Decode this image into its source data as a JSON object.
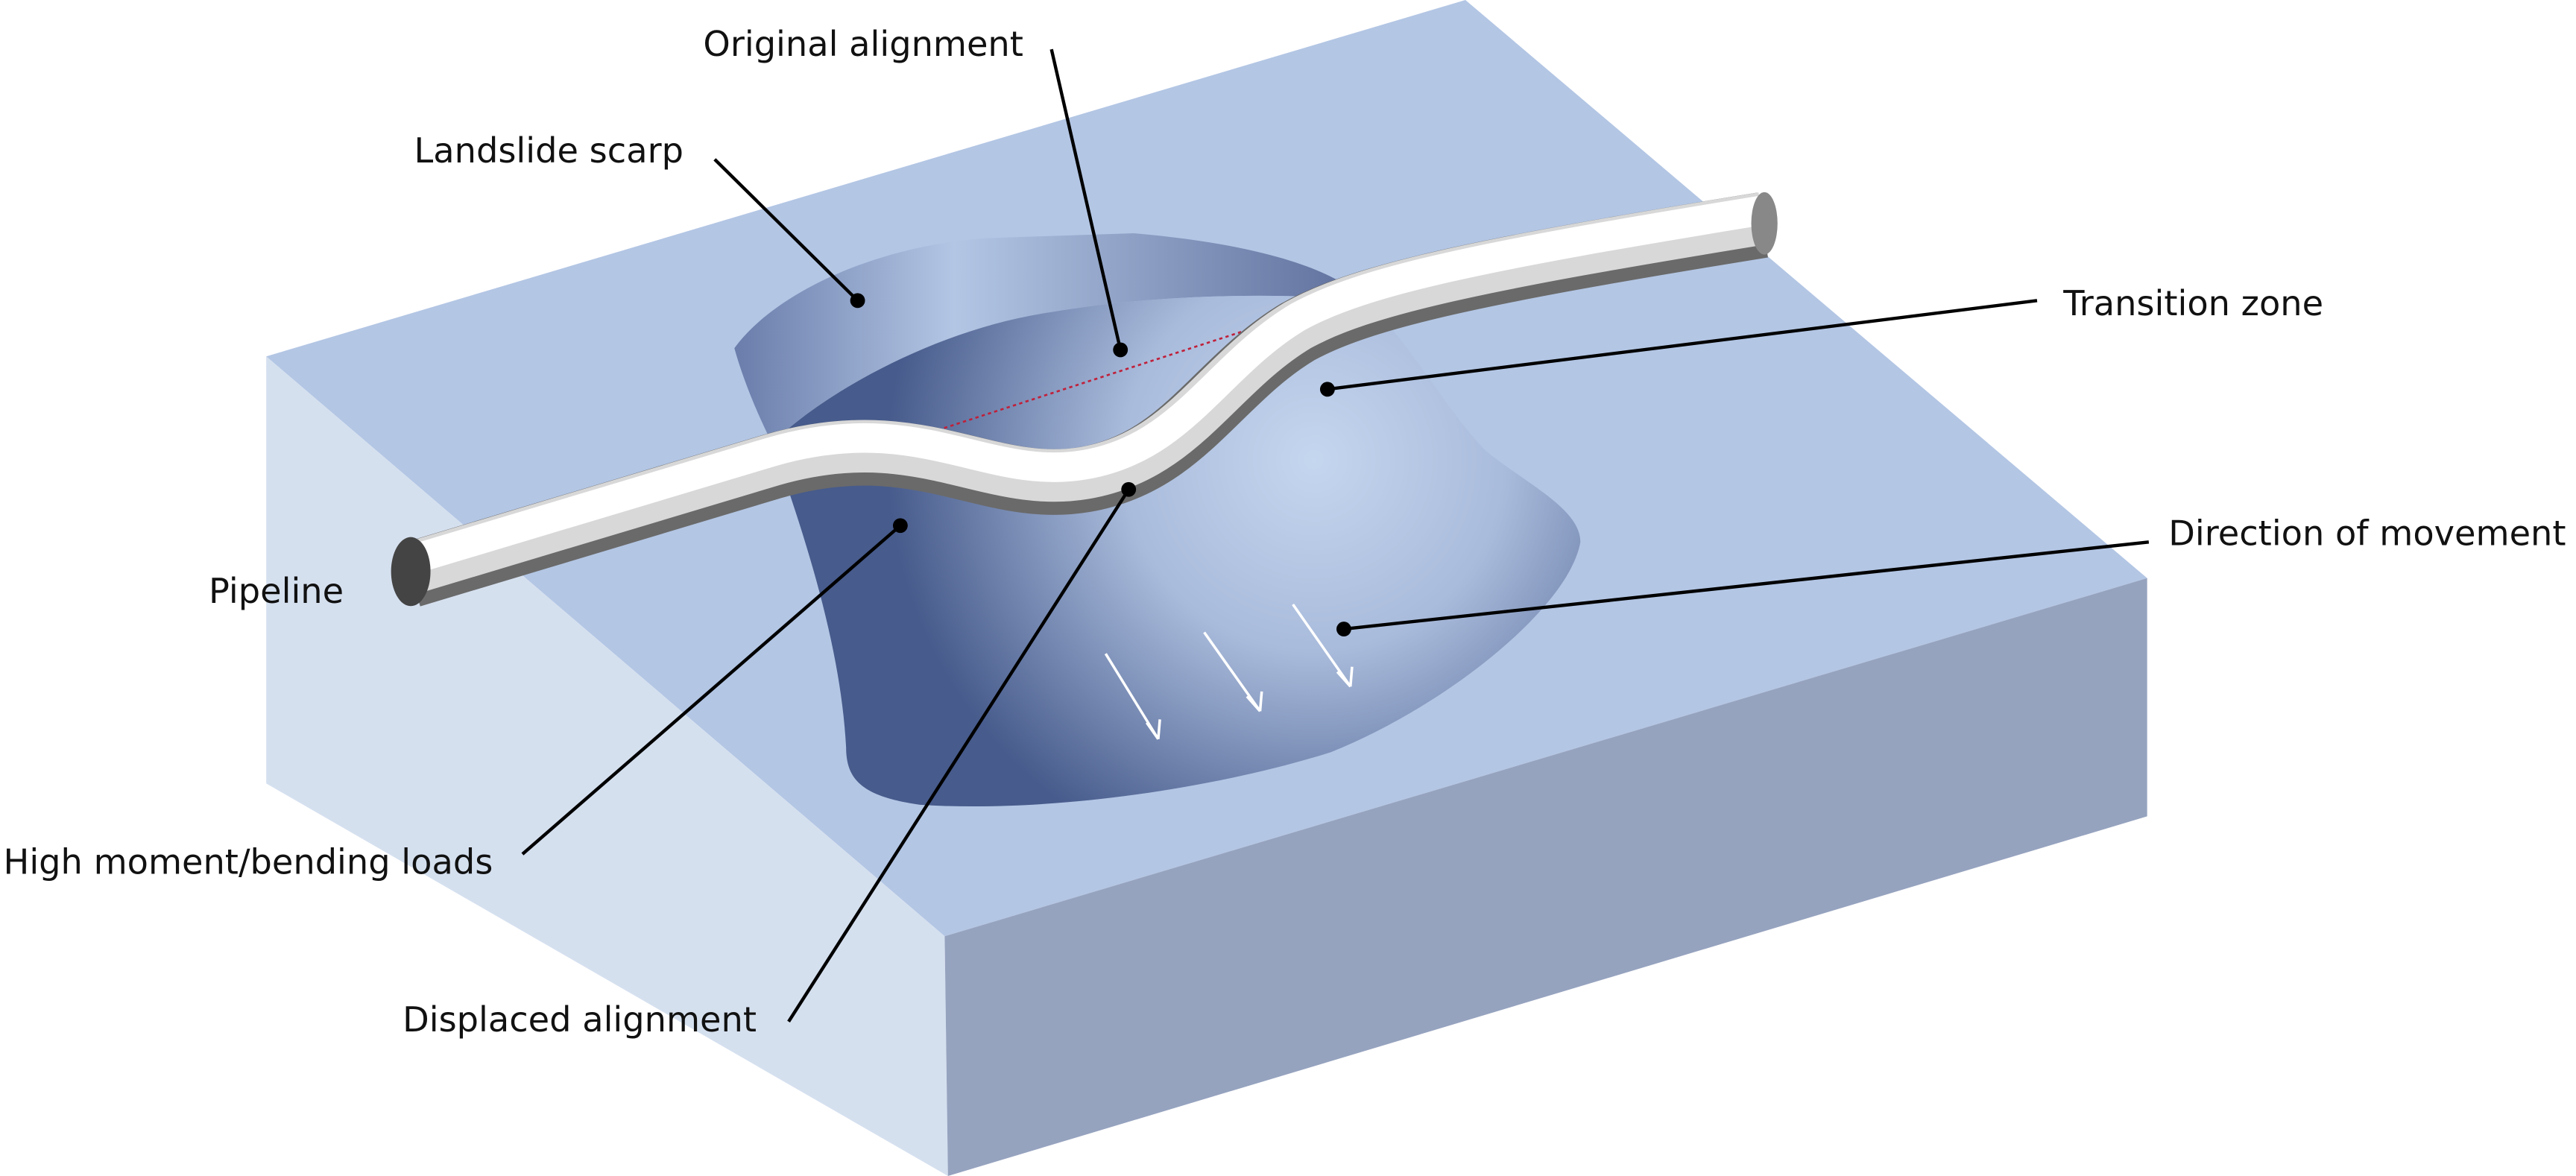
{
  "labels": {
    "original_alignment": "Original alignment",
    "landslide_scarp": "Landslide scarp",
    "transition_zone": "Transition zone",
    "direction_of_movement": "Direction of movement",
    "pipeline": "Pipeline",
    "high_moment": "High moment/bending loads",
    "displaced_alignment": "Displaced alignment"
  },
  "colors": {
    "ground_top": "#b3c6e4",
    "ground_left": "#d5e0ef",
    "ground_right": "#96a3bf",
    "slide_dark": "#475b8c",
    "slide_light": "#c5d6ef",
    "original_alignment_line": "#c0203a"
  }
}
